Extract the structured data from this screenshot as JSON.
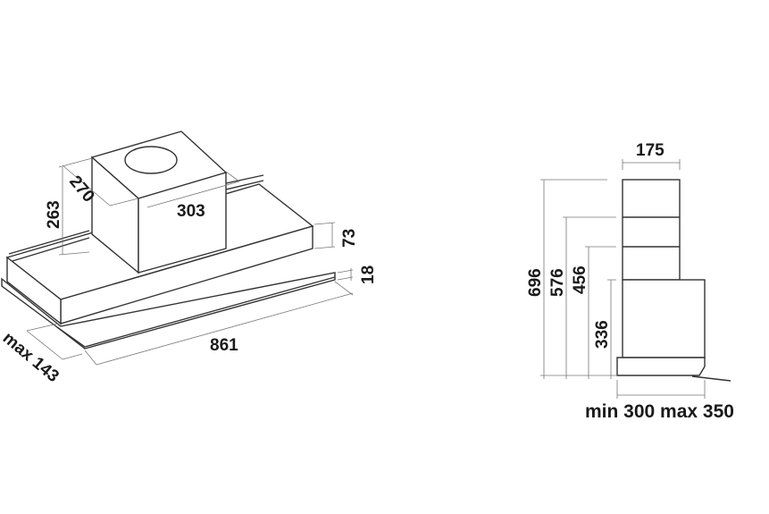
{
  "isometric_view": {
    "dimensions": {
      "width": "861",
      "depth_extended": "max 143",
      "chimney_height": "263",
      "chimney_depth": "270",
      "chimney_width": "303",
      "body_height": "73",
      "glass_thickness": "18"
    }
  },
  "side_view": {
    "dimensions": {
      "chimney_width": "175",
      "height_total": "696",
      "height_2": "576",
      "height_3": "456",
      "body_height": "336",
      "depth_range": "min 300 max 350"
    }
  }
}
